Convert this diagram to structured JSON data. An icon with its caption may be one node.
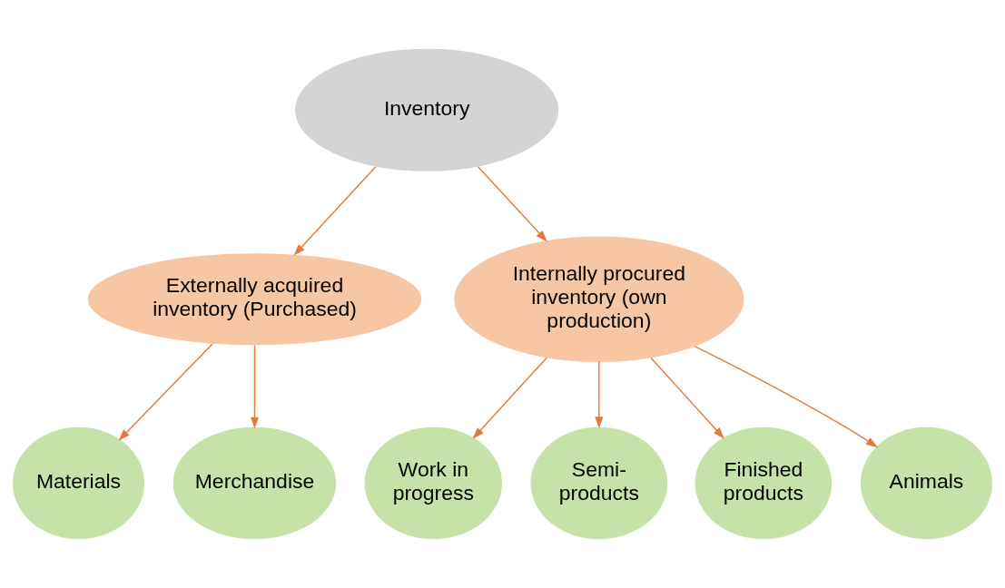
{
  "diagram": {
    "nodes": [
      {
        "text": [
          "Inventory"
        ]
      },
      {
        "text": [
          "Externally acquired inventory (Purchased)"
        ]
      },
      {
        "text": [
          "Internally procured inventory (own production)"
        ]
      },
      {
        "text": [
          "Materials"
        ]
      },
      {
        "text": [
          "Merchandise"
        ]
      },
      {
        "text": [
          "Work in progress"
        ]
      },
      {
        "text": [
          "Semi-products"
        ]
      },
      {
        "text": [
          "Finished products"
        ]
      },
      {
        "text": [
          "Animals"
        ]
      }
    ],
    "edges": [
      {
        "from": 0,
        "to": 1,
        "arrow": "to"
      },
      {
        "from": 0,
        "to": 2,
        "arrow": "to"
      },
      {
        "from": 1,
        "to": 3,
        "arrow": "to"
      },
      {
        "from": 1,
        "to": 4,
        "arrow": "to"
      },
      {
        "from": 2,
        "to": 5,
        "arrow": "to"
      },
      {
        "from": 2,
        "to": 6,
        "arrow": "to"
      },
      {
        "from": 2,
        "to": 7,
        "arrow": "to"
      },
      {
        "from": 2,
        "to": 8,
        "arrow": "to"
      }
    ]
  }
}
